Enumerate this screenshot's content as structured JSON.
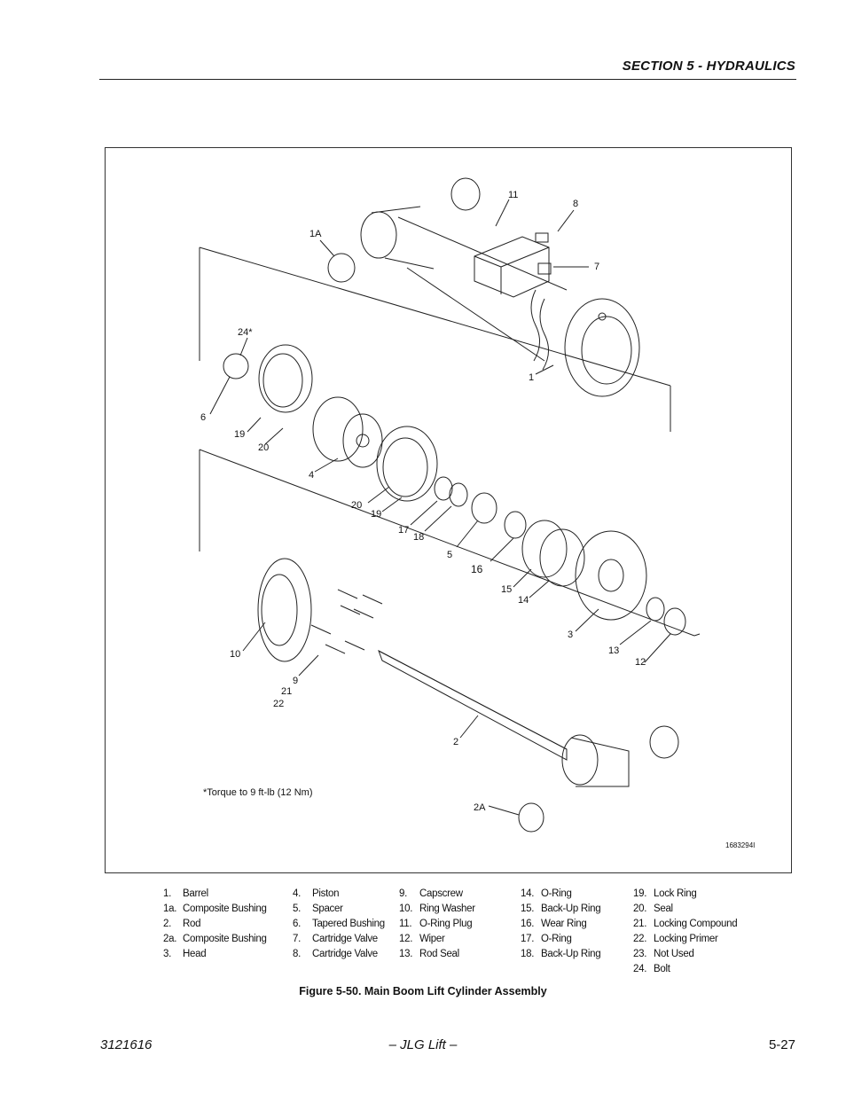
{
  "header": {
    "section_title": "SECTION 5 - HYDRAULICS"
  },
  "figure": {
    "part_labels": [
      "11",
      "8",
      "1A",
      "7",
      "24*",
      "1",
      "6",
      "19",
      "20",
      "4",
      "20",
      "19",
      "17",
      "18",
      "5",
      "16",
      "15",
      "14",
      "3",
      "13",
      "12",
      "10",
      "9",
      "21",
      "22",
      "2",
      "2A"
    ],
    "torque_note": "*Torque to 9 ft-lb (12 Nm)",
    "drawing_number": "1683294I"
  },
  "legend": {
    "columns": [
      [
        {
          "num": "1.",
          "label": "Barrel"
        },
        {
          "num": "1a.",
          "label": "Composite Bushing"
        },
        {
          "num": "2.",
          "label": "Rod"
        },
        {
          "num": "2a.",
          "label": "Composite Bushing"
        },
        {
          "num": "3.",
          "label": "Head"
        }
      ],
      [
        {
          "num": "4.",
          "label": "Piston"
        },
        {
          "num": "5.",
          "label": "Spacer"
        },
        {
          "num": "6.",
          "label": "Tapered Bushing"
        },
        {
          "num": "7.",
          "label": "Cartridge Valve"
        },
        {
          "num": "8.",
          "label": "Cartridge Valve"
        }
      ],
      [
        {
          "num": "9.",
          "label": "Capscrew"
        },
        {
          "num": "10.",
          "label": "Ring Washer"
        },
        {
          "num": "11.",
          "label": "O-Ring Plug"
        },
        {
          "num": "12.",
          "label": "Wiper"
        },
        {
          "num": "13.",
          "label": "Rod Seal"
        }
      ],
      [
        {
          "num": "14.",
          "label": "O-Ring"
        },
        {
          "num": "15.",
          "label": "Back-Up Ring"
        },
        {
          "num": "16.",
          "label": "Wear Ring"
        },
        {
          "num": "17.",
          "label": "O-Ring"
        },
        {
          "num": "18.",
          "label": "Back-Up Ring"
        }
      ],
      [
        {
          "num": "19.",
          "label": "Lock Ring"
        },
        {
          "num": "20.",
          "label": "Seal"
        },
        {
          "num": "21.",
          "label": "Locking Compound"
        },
        {
          "num": "22.",
          "label": "Locking Primer"
        },
        {
          "num": "23.",
          "label": "Not Used"
        },
        {
          "num": "24.",
          "label": "Bolt"
        }
      ]
    ]
  },
  "caption": "Figure 5-50.  Main Boom Lift Cylinder Assembly",
  "footer": {
    "doc_number": "3121616",
    "center": "– JLG Lift –",
    "page": "5-27"
  }
}
